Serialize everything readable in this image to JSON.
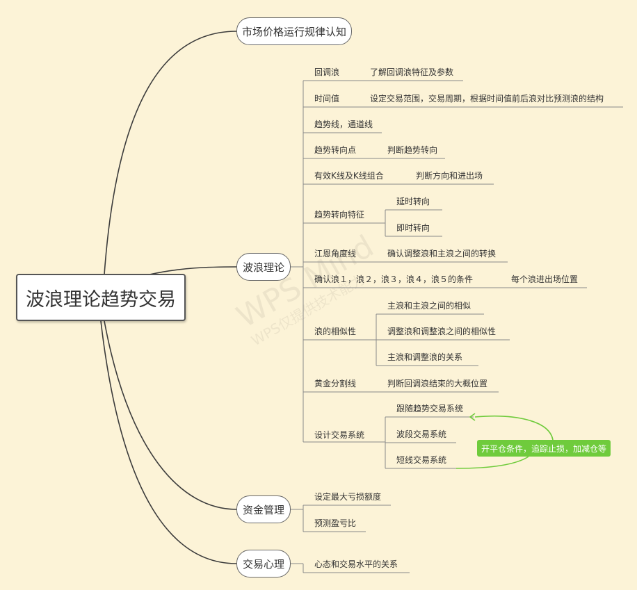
{
  "root": "波浪理论趋势交易",
  "branches": {
    "market": "市场价格运行规律认知",
    "wave": "波浪理论",
    "money": "资金管理",
    "psych": "交易心理"
  },
  "wave": {
    "pullback": "回调浪",
    "pullback_d": "了解回调浪特征及参数",
    "time": "时间值",
    "time_d": "设定交易范围，交易周期，根据时间值前后浪对比预测浪的结构",
    "trendline": "趋势线，通道线",
    "turnpoint": "趋势转向点",
    "turnpoint_d": "判断趋势转向",
    "kline": "有效K线及K线组合",
    "kline_d": "判断方向和进出场",
    "feature": "趋势转向特征",
    "feature_a": "延时转向",
    "feature_b": "即时转向",
    "gann": "江恩角度线",
    "gann_d": "确认调整浪和主浪之间的转换",
    "confirm": "确认浪１，浪２，浪３，浪４，浪５的条件",
    "confirm_d": "每个浪进出场位置",
    "similar": "浪的相似性",
    "similar_a": "主浪和主浪之间的相似",
    "similar_b": "调整浪和调整浪之间的相似性",
    "similar_c": "主浪和调整浪的关系",
    "golden": "黄金分割线",
    "golden_d": "判断回调浪结束的大概位置",
    "system": "设计交易系统",
    "system_a": "跟随趋势交易系统",
    "system_b": "波段交易系统",
    "system_c": "短线交易系统"
  },
  "note": "开平仓条件，追踪止损，加减仓等",
  "money": {
    "a": "设定最大亏损额度",
    "b": "预测盈亏比"
  },
  "psych": {
    "a": "心态和交易水平的关系"
  },
  "watermark": "WPS Mind",
  "watermark_sub": "WPS仅提供技术能力"
}
